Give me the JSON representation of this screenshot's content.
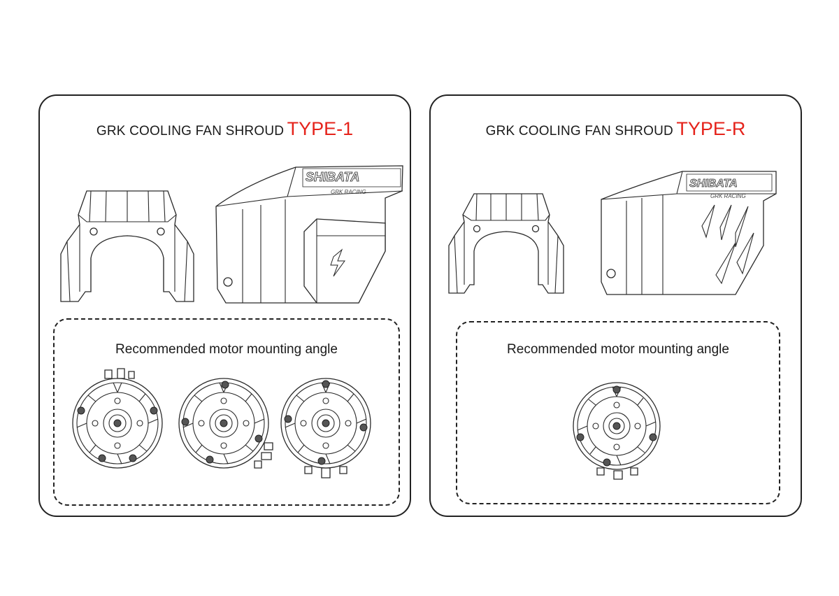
{
  "panels": [
    {
      "title_prefix": "GRK COOLING  FAN SHROUD",
      "title_type": "TYPE-1",
      "type_color": "#e5231b",
      "brand_logo": "SHIBATA",
      "brand_sub": "GRK RACING",
      "caption": "Recommended motor mounting angle",
      "motor_count": 3
    },
    {
      "title_prefix": "GRK COOLING  FAN SHROUD",
      "title_type": "TYPE-R",
      "type_color": "#e5231b",
      "brand_logo": "SHIBATA",
      "brand_sub": "GRK RACING",
      "caption": "Recommended motor mounting angle",
      "motor_count": 1
    }
  ]
}
